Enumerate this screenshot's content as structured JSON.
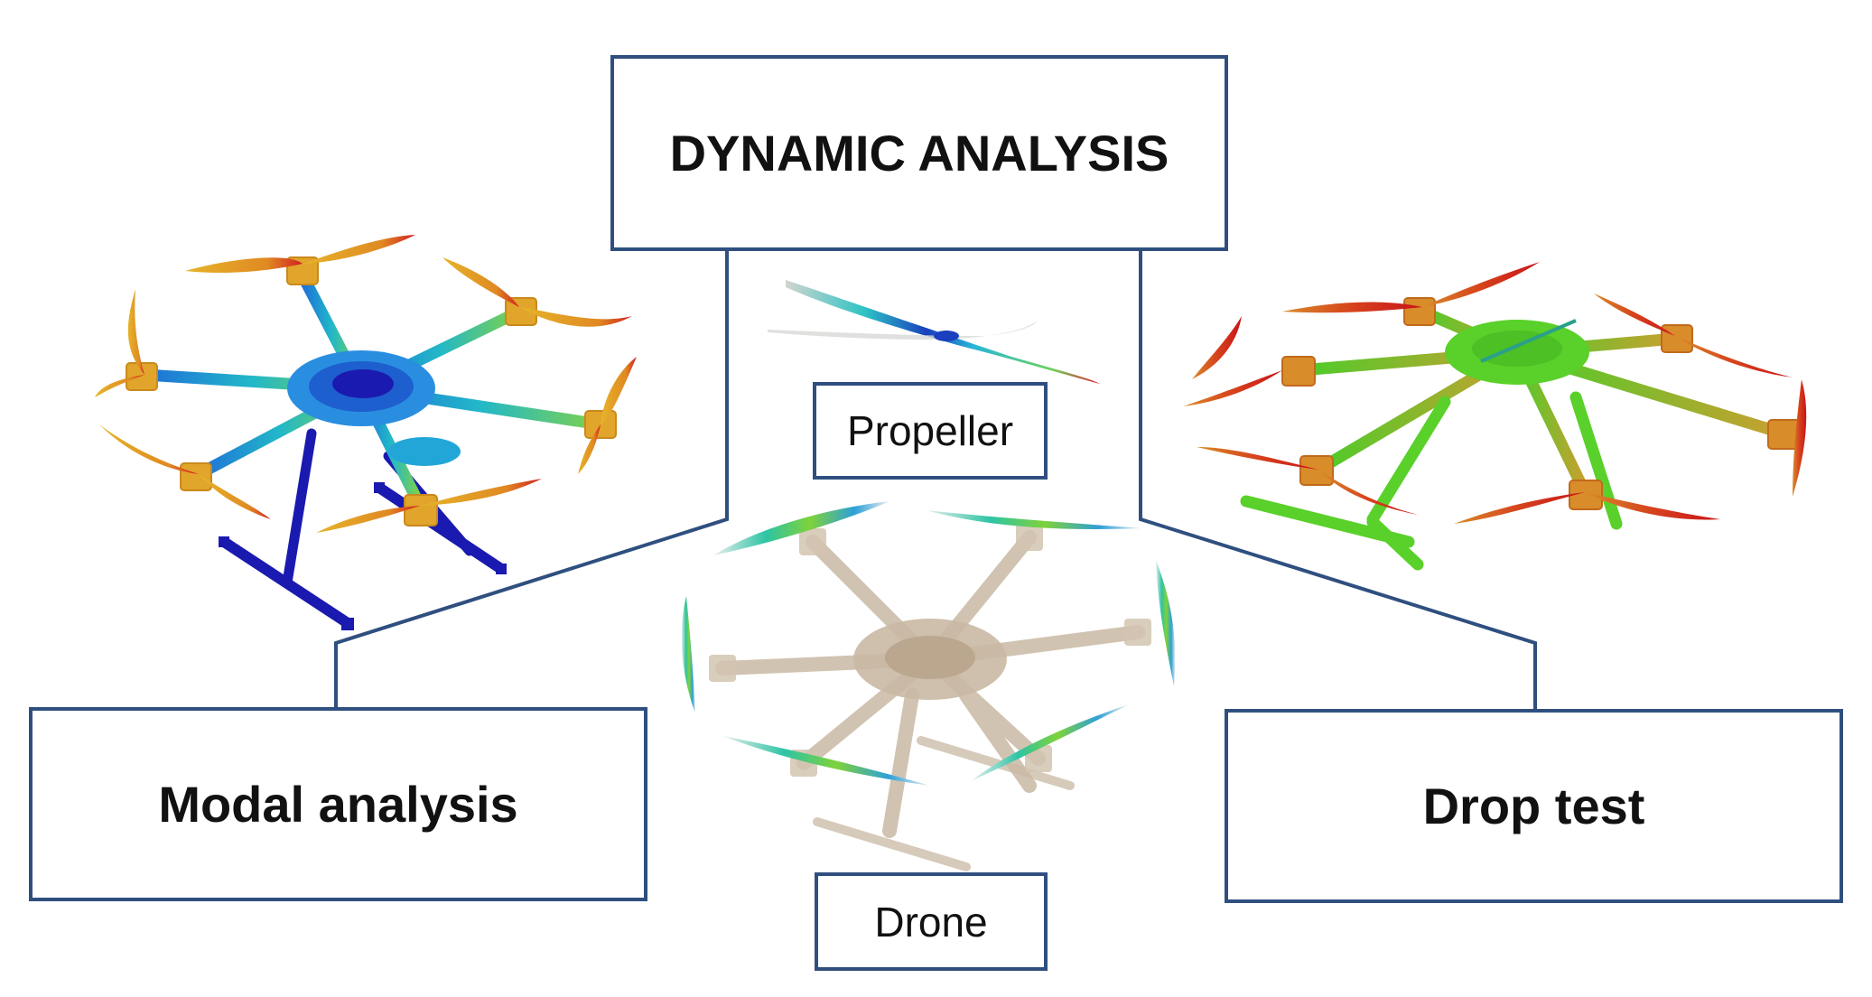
{
  "diagram": {
    "title": "DYNAMIC ANALYSIS",
    "branches": {
      "left": "Modal analysis",
      "right": "Drop test"
    },
    "sub_labels": {
      "propeller": "Propeller",
      "drone": "Drone"
    }
  },
  "colors": {
    "box_border": "#2f4f7f",
    "connector": "#2f4f7f",
    "modal_palette": [
      "#1a1ab0",
      "#1e6fd8",
      "#22b8c8",
      "#3ecf6a",
      "#b8d43a",
      "#e8b028",
      "#d95c1c",
      "#d21f1f"
    ],
    "drop_palette": [
      "#4ccc2a",
      "#9ad62a",
      "#c9c230",
      "#d98c2a",
      "#d2301c"
    ],
    "ghost": "#c9b9a4"
  },
  "icons": {
    "modal_model": "hexacopter-modal-shape-icon",
    "drop_model": "hexacopter-drop-test-icon",
    "propeller_model": "propeller-mode-shape-icon",
    "drone_model": "hexacopter-ghost-mode-icon"
  }
}
